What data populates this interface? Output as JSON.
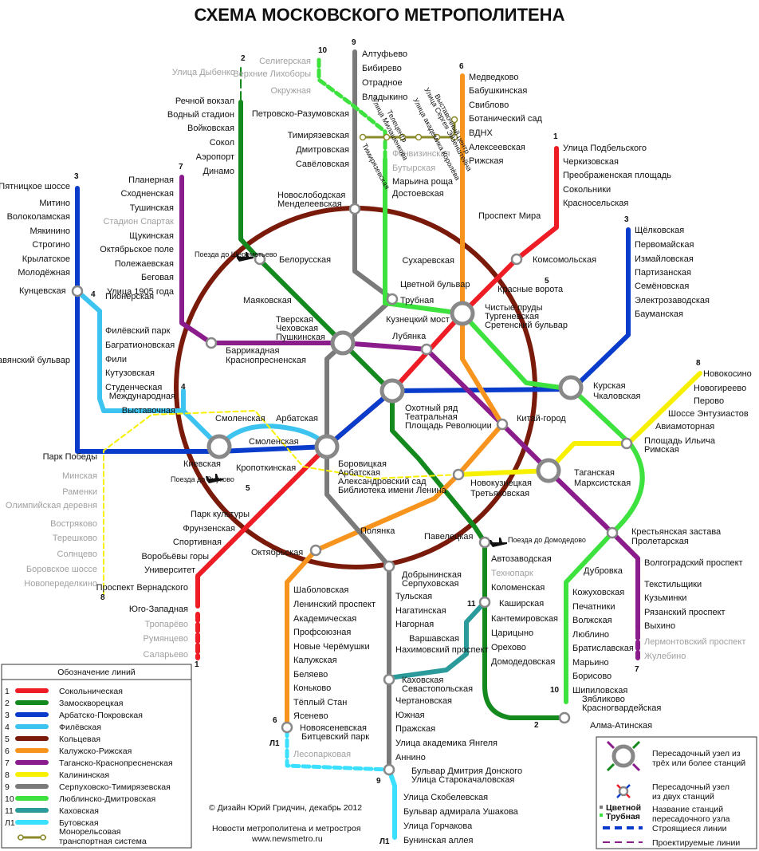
{
  "title": "СХЕМА МОСКОВСКОГО МЕТРОПОЛИТЕНА",
  "colors": {
    "l1": "#ee1c25",
    "l2": "#13891e",
    "l3": "#0a3ccc",
    "l4": "#3cc3f0",
    "l5": "#7a1a0a",
    "l6": "#f7941d",
    "l7": "#8b1c8b",
    "l8": "#f7f000",
    "l9": "#7a7a7a",
    "l10": "#3ee23e",
    "l11": "#2a9a9a",
    "l12": "#3ce0ff",
    "mono": "#8a8a2a"
  },
  "line_numbers": {
    "n1": "1",
    "n2": "2",
    "n3": "3",
    "n4": "4",
    "n5": "5",
    "n6": "6",
    "n7": "7",
    "n8": "8",
    "n9": "9",
    "n10": "10",
    "n11": "11",
    "nL1": "Л1"
  },
  "stations": {
    "s1": "Улица Дыбенко",
    "s2": "Речной вокзал",
    "s3": "Водный стадион",
    "s4": "Войковская",
    "s5": "Сокол",
    "s6": "Аэропорт",
    "s7": "Динамо",
    "s8": "Белорусская",
    "s9": "Маяковская",
    "s10": "Тверская",
    "s11": "Чеховская",
    "s12": "Пушкинская",
    "s13": "Селигерская",
    "s14": "Верхние Лихоборы",
    "s15": "Окружная",
    "s16": "Петровско-Разумовская",
    "s17": "Тимирязевская",
    "s18": "Дмитровская",
    "s19": "Савёловская",
    "s20": "Новослободская",
    "s21": "Менделеевская",
    "s22": "Алтуфьево",
    "s23": "Бибирево",
    "s24": "Отрадное",
    "s25": "Владыкино",
    "s26": "Фонвизинская",
    "s27": "Бутырская",
    "s28": "Марьина роща",
    "s29": "Достоевская",
    "s30": "Медведково",
    "s31": "Бабушкинская",
    "s32": "Свиблово",
    "s33": "Ботанический сад",
    "s34": "ВДНХ",
    "s35": "Алексеевская",
    "s36": "Рижская",
    "s37": "Проспект Мира",
    "s38": "Сухаревская",
    "s39": "Улица Подбельского",
    "s40": "Черкизовская",
    "s41": "Преображенская площадь",
    "s42": "Сокольники",
    "s43": "Красносельская",
    "s44": "Комсомольская",
    "s45": "Красные ворота",
    "s46": "Чистые пруды",
    "s47": "Тургеневская",
    "s48": "Сретенский бульвар",
    "s49": "Щёлковская",
    "s50": "Первомайская",
    "s51": "Измайловская",
    "s52": "Партизанская",
    "s53": "Семёновская",
    "s54": "Электрозаводская",
    "s55": "Бауманская",
    "s56": "Пятницкое шоссе",
    "s57": "Митино",
    "s58": "Волоколамская",
    "s59": "Мякинино",
    "s60": "Строгино",
    "s61": "Крылатское",
    "s62": "Молодёжная",
    "s63": "Кунцевская",
    "s64": "Славянский бульвар",
    "s65": "Пионерская",
    "s66": "Филёвский парк",
    "s67": "Багратионовская",
    "s68": "Фили",
    "s69": "Кутузовская",
    "s70": "Студенческая",
    "s71": "Международная",
    "s72": "Выставочная",
    "s73": "Планерная",
    "s74": "Сходненская",
    "s75": "Тушинская",
    "s76": "Стадион Спартак",
    "s77": "Щукинская",
    "s78": "Октябрьское поле",
    "s79": "Полежаевская",
    "s80": "Беговая",
    "s81": "Улица 1905 года",
    "s82": "Баррикадная",
    "s83": "Краснопресненская",
    "s84": "Цветной бульвар",
    "s85": "Трубная",
    "s86": "Кузнецкий мост",
    "s87": "Лубянка",
    "s88": "Охотный ряд",
    "s89": "Театральная",
    "s90": "Площадь Революции",
    "s91": "Курская",
    "s92": "Чкаловская",
    "s93": "Новокосино",
    "s94": "Новогиреево",
    "s95": "Перово",
    "s96": "Шоссе Энтузиастов",
    "s97": "Авиамоторная",
    "s98": "Площадь Ильича",
    "s99": "Римская",
    "s100": "Китай-город",
    "s101": "Смоленская",
    "s102": "Арбатская",
    "s103": "Смоленская",
    "s104": "Парк Победы",
    "s105": "Киевская",
    "s106": "Кропоткинская",
    "s107": "Боровицкая",
    "s108": "Арбатская",
    "s109": "Александровский сад",
    "s110": "Библиотека имени Ленина",
    "s111": "Минская",
    "s112": "Раменки",
    "s113": "Олимпийская деревня",
    "s114": "Востряково",
    "s115": "Терешково",
    "s116": "Солнцево",
    "s117": "Боровское шоссе",
    "s118": "Новопеределкино",
    "s119": "Парк культуры",
    "s120": "Фрунзенская",
    "s121": "Спортивная",
    "s122": "Воробьёвы горы",
    "s123": "Университет",
    "s124": "Проспект Вернадского",
    "s125": "Юго-Западная",
    "s126": "Тропарёво",
    "s127": "Румянцево",
    "s128": "Саларьево",
    "s129": "Октябрьская",
    "s130": "Полянка",
    "s131": "Новокузнецкая",
    "s132": "Третьяковская",
    "s133": "Таганская",
    "s134": "Марксистская",
    "s135": "Павелецкая",
    "s136": "Крестьянская застава",
    "s137": "Пролетарская",
    "s138": "Волгоградский проспект",
    "s139": "Текстильщики",
    "s140": "Кузьминки",
    "s141": "Рязанский проспект",
    "s142": "Выхино",
    "s143": "Лермонтовский проспект",
    "s144": "Жулебино",
    "s145": "Дубровка",
    "s146": "Кожуховская",
    "s147": "Печатники",
    "s148": "Волжская",
    "s149": "Люблино",
    "s150": "Братиславская",
    "s151": "Марьино",
    "s152": "Борисово",
    "s153": "Шипиловская",
    "s154": "Зябликово",
    "s155": "Красногвардейская",
    "s156": "Алма-Атинская",
    "s157": "Автозаводская",
    "s158": "Технопарк",
    "s159": "Коломенская",
    "s160": "Каширская",
    "s161": "Кантемировская",
    "s162": "Царицыно",
    "s163": "Орехово",
    "s164": "Домодедовская",
    "s165": "Добрынинская",
    "s166": "Серпуховская",
    "s167": "Тульская",
    "s168": "Нагатинская",
    "s169": "Нагорная",
    "s170": "Нахимовский проспект",
    "s171": "Варшавская",
    "s172": "Каховская",
    "s173": "Севастопольская",
    "s174": "Чертановская",
    "s175": "Южная",
    "s176": "Пражская",
    "s177": "Улица академика Янгеля",
    "s178": "Аннино",
    "s179": "Бульвар Дмитрия Донского",
    "s180": "Улица Старокачаловская",
    "s181": "Улица Скобелевская",
    "s182": "Бульвар адмирала Ушакова",
    "s183": "Улица Горчакова",
    "s184": "Бунинская аллея",
    "s185": "Шаболовская",
    "s186": "Ленинский проспект",
    "s187": "Академическая",
    "s188": "Профсоюзная",
    "s189": "Новые Черёмушки",
    "s190": "Калужская",
    "s191": "Беляево",
    "s192": "Коньково",
    "s193": "Тёплый Стан",
    "s194": "Ясенево",
    "s195": "Новоясеневская",
    "s196": "Битцевский парк",
    "s197": "Лесопарковая",
    "s198": "Улица Сергея Эйзенштейна",
    "s199": "Выставочный центр",
    "s200": "Улица академика Королёва",
    "s201": "Телецентр",
    "s202": "Улица Милашенкова",
    "s203": "Тимирязевская"
  },
  "notes": {
    "sheremetyevo": "Поезда до Шереметьево",
    "vnukovo": "Поезда до Внуково",
    "domodedovo": "Поезда до Домодедово"
  },
  "legend": {
    "title": "Обозначение линий",
    "items": [
      {
        "num": "1",
        "name": "Сокольническая",
        "color": "#ee1c25"
      },
      {
        "num": "2",
        "name": "Замоскворецкая",
        "color": "#13891e"
      },
      {
        "num": "3",
        "name": "Арбатско-Покровская",
        "color": "#0a3ccc"
      },
      {
        "num": "4",
        "name": "Филёвская",
        "color": "#3cc3f0"
      },
      {
        "num": "5",
        "name": "Кольцевая",
        "color": "#7a1a0a"
      },
      {
        "num": "6",
        "name": "Калужско-Рижская",
        "color": "#f7941d"
      },
      {
        "num": "7",
        "name": "Таганско-Краснопресненская",
        "color": "#8b1c8b"
      },
      {
        "num": "8",
        "name": "Калининская",
        "color": "#f7f000"
      },
      {
        "num": "9",
        "name": "Серпуховско-Тимирязевская",
        "color": "#7a7a7a"
      },
      {
        "num": "10",
        "name": "Люблинско-Дмитровская",
        "color": "#3ee23e"
      },
      {
        "num": "11",
        "name": "Каховская",
        "color": "#2a9a9a"
      },
      {
        "num": "Л1",
        "name": "Бутовская",
        "color": "#3ce0ff"
      }
    ],
    "mono": "Монорельсовая транспортная система"
  },
  "symbols": {
    "hub3": "Пересадочный узел из трёх или более станций",
    "hub2": "Пересадочный узел из двух станций",
    "hubname": "Название станций пересадочного узла",
    "ex1": "Цветной",
    "ex2": "Трубная",
    "building": "Строящиеся линии",
    "projected": "Проектируемые линии"
  },
  "credits": {
    "author": "© Дизайн Юрий Гридчин, декабрь 2012",
    "news": "Новости метрополитена и метростроя",
    "site": "www.newsmetro.ru"
  }
}
